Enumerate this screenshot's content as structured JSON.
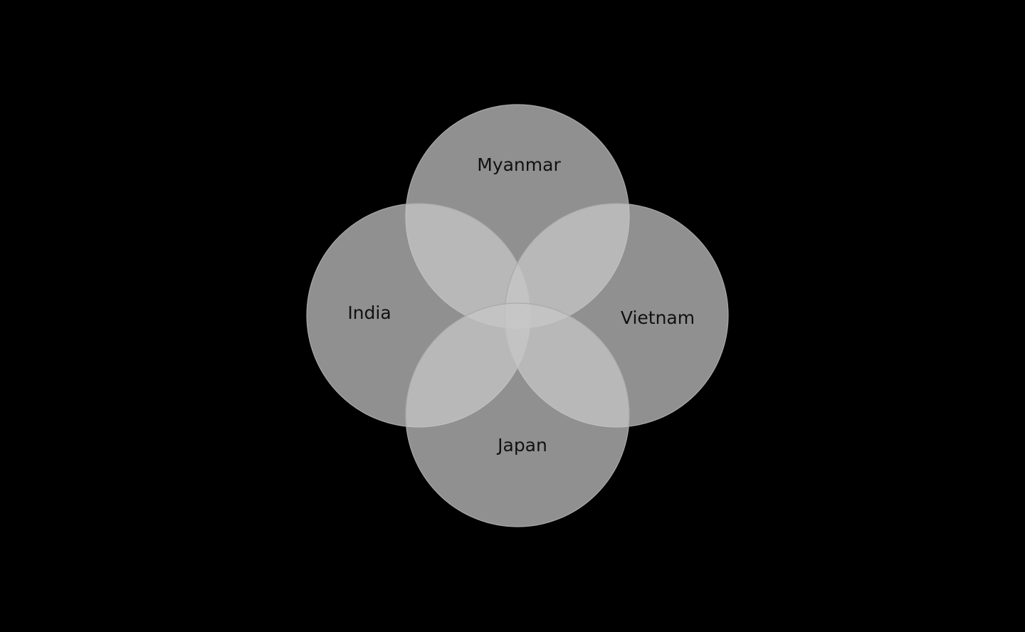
{
  "diagram": {
    "type": "venn",
    "background_color": "#000000",
    "circle_color": "#c8c8c8",
    "sets": [
      {
        "key": "top",
        "label": "Myanmar"
      },
      {
        "key": "left",
        "label": "India"
      },
      {
        "key": "right",
        "label": "Vietnam"
      },
      {
        "key": "bottom",
        "label": "Japan"
      }
    ]
  }
}
